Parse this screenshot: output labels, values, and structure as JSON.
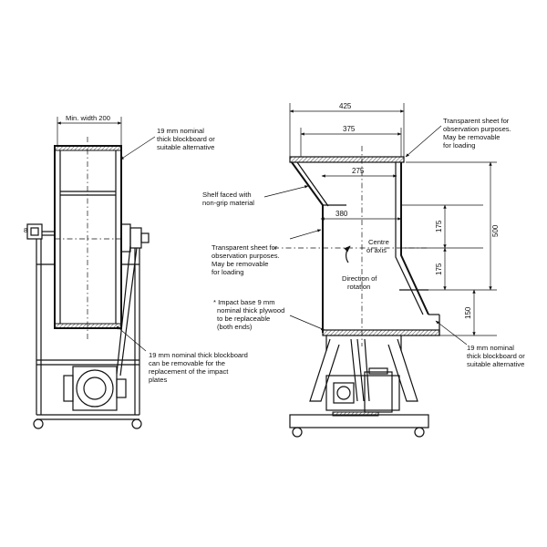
{
  "left_view": {
    "min_width_label": "Min. width 200",
    "blockboard_top_lines": [
      "19 mm nominal",
      "thick blockboard or",
      "suitable alternative"
    ],
    "blockboard_bottom_lines": [
      "19 mm nominal thick blockboard",
      "can be removable for the",
      "replacement of the impact",
      "plates"
    ]
  },
  "right_view": {
    "dimensions": {
      "overall_width": "425",
      "top_width": "375",
      "inner_width": "275",
      "shelf_width": "380",
      "height_overall": "500",
      "segment_upper": "175",
      "segment_lower": "175",
      "segment_bottom": "150"
    },
    "transparent_sheet_right_lines": [
      "Transparent sheet for",
      "observation purposes.",
      "May be removable",
      "for loading"
    ],
    "shelf_lines": [
      "Shelf faced with",
      "non-grip material"
    ],
    "transparent_sheet_left_lines": [
      "Transparent sheet for",
      "observation purposes.",
      "May be removable",
      "for loading"
    ],
    "centre_lines": [
      "Centre",
      "of axis"
    ],
    "rotation_lines": [
      "Direction of",
      "rotation"
    ],
    "impact_base_lines": [
      "* Impact base 9 mm",
      "nominal thick plywood",
      "to be replaceable",
      "(both ends)"
    ],
    "blockboard_right_lines": [
      "19 mm nominal",
      "thick blockboard or",
      "suitable alternative"
    ]
  }
}
